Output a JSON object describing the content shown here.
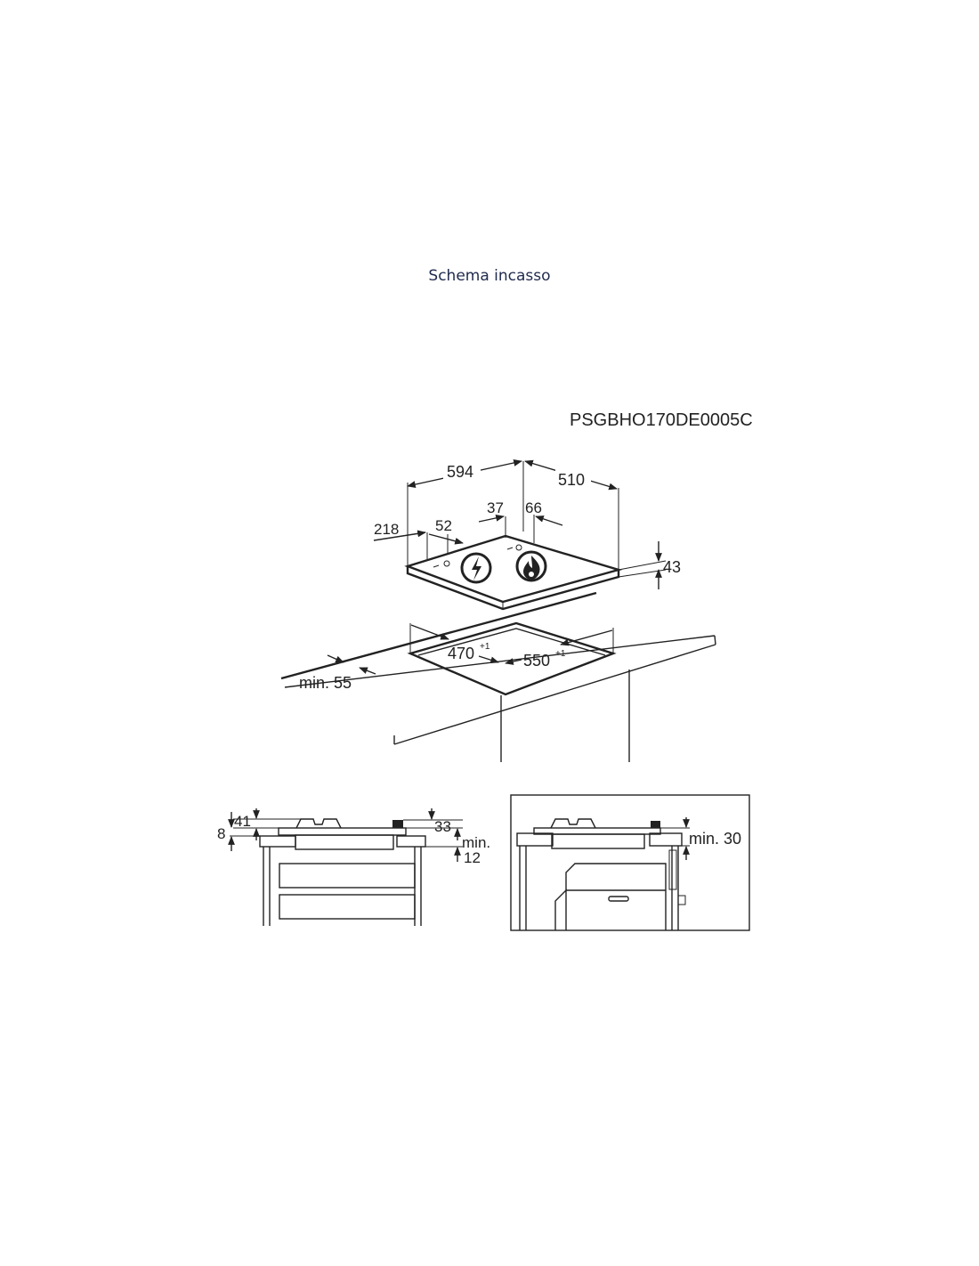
{
  "header": {
    "title": "Schema incasso"
  },
  "diagram": {
    "drawing_code": "PSGBHO170DE0005C",
    "top_view": {
      "width": "594",
      "depth": "510",
      "left_offset": "218",
      "elec_offset": "52",
      "gas_left": "37",
      "gas_right": "66",
      "height": "43",
      "cutout_depth": "470",
      "cutout_depth_tol": "+1",
      "cutout_width": "550",
      "cutout_width_tol": "+1",
      "front_gap": "min. 55"
    },
    "section_left": {
      "d41": "41",
      "d8": "8",
      "d33": "33",
      "min_label": "min.",
      "d12": "12"
    },
    "section_right": {
      "min_30": "min. 30"
    },
    "icons": [
      "electric-connection-icon",
      "gas-connection-icon"
    ]
  }
}
